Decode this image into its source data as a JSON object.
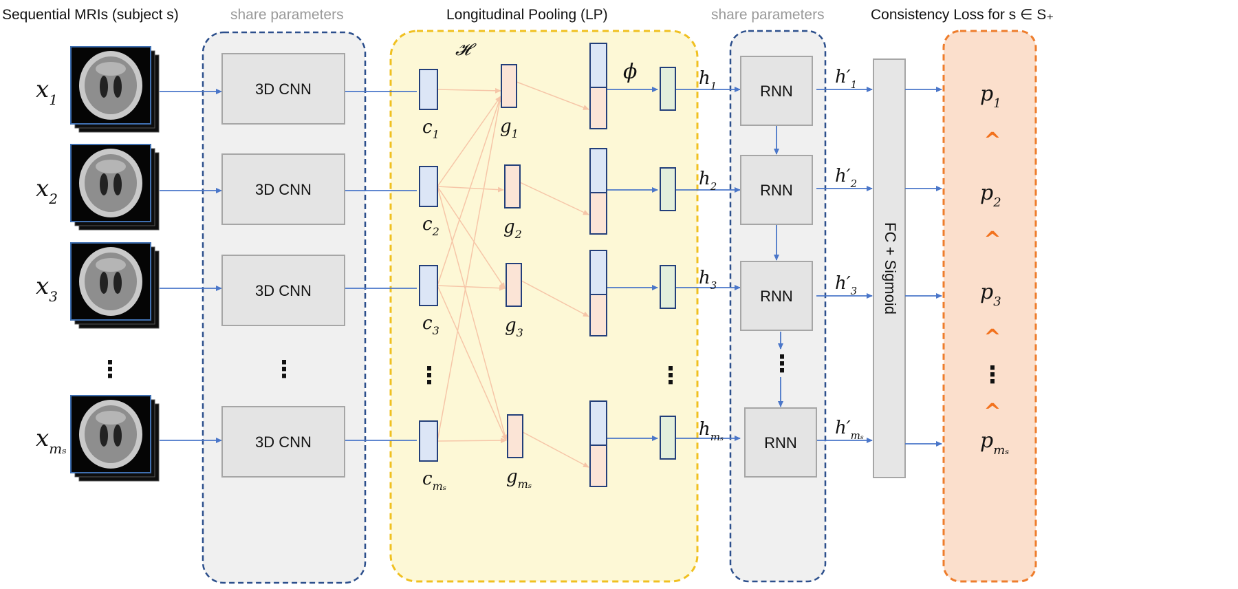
{
  "headers": {
    "sequential_mris": "Sequential MRIs (subject s)",
    "share_params_left": "share parameters",
    "longitudinal_pooling": "Longitudinal Pooling (LP)",
    "share_params_right": "share parameters",
    "consistency_loss": "Consistency Loss for s ∈ S₊"
  },
  "inputs": [
    {
      "base": "x",
      "sub": "1"
    },
    {
      "base": "x",
      "sub": "2"
    },
    {
      "base": "x",
      "sub": "3"
    },
    {
      "base": "x",
      "sub": "mₛ"
    }
  ],
  "cnn_label": "3D CNN",
  "c_vectors": [
    {
      "base": "c",
      "sub": "1"
    },
    {
      "base": "c",
      "sub": "2"
    },
    {
      "base": "c",
      "sub": "3"
    },
    {
      "base": "c",
      "sub": "mₛ"
    }
  ],
  "g_vectors": [
    {
      "base": "g",
      "sub": "1"
    },
    {
      "base": "g",
      "sub": "2"
    },
    {
      "base": "g",
      "sub": "3"
    },
    {
      "base": "g",
      "sub": "mₛ"
    }
  ],
  "H_label": "𝓗",
  "phi_label": "ϕ",
  "h_labels": [
    {
      "base": "h",
      "sub": "1"
    },
    {
      "base": "h",
      "sub": "2"
    },
    {
      "base": "h",
      "sub": "3"
    },
    {
      "base": "h",
      "sub": "mₛ"
    }
  ],
  "rnn_label": "RNN",
  "hprime_labels": [
    {
      "base": "h′",
      "sub": "1"
    },
    {
      "base": "h′",
      "sub": "2"
    },
    {
      "base": "h′",
      "sub": "3"
    },
    {
      "base": "h′",
      "sub": "mₛ"
    }
  ],
  "fc_label": "FC + Sigmoid",
  "p_labels": [
    {
      "base": "p",
      "sub": "1"
    },
    {
      "base": "p",
      "sub": "2"
    },
    {
      "base": "p",
      "sub": "3"
    },
    {
      "base": "p",
      "sub": "mₛ"
    }
  ],
  "order_symbol": "^",
  "ellipsis": "⋮",
  "colors": {
    "arrow_blue": "#4a76c9",
    "arrow_orange": "#f6c6a8",
    "lp_fill": "#fdf8d6",
    "lp_border": "#f0c020",
    "panel_fill": "#f0f0f0",
    "panel_border": "#2c4f8c",
    "loss_fill": "#fbdfcc",
    "loss_border": "#ee7d2c",
    "c_vector": "#dce6f6",
    "g_vector": "#fbe4d6",
    "phi_vector": "#e3efdc",
    "caret": "#f2711c"
  }
}
